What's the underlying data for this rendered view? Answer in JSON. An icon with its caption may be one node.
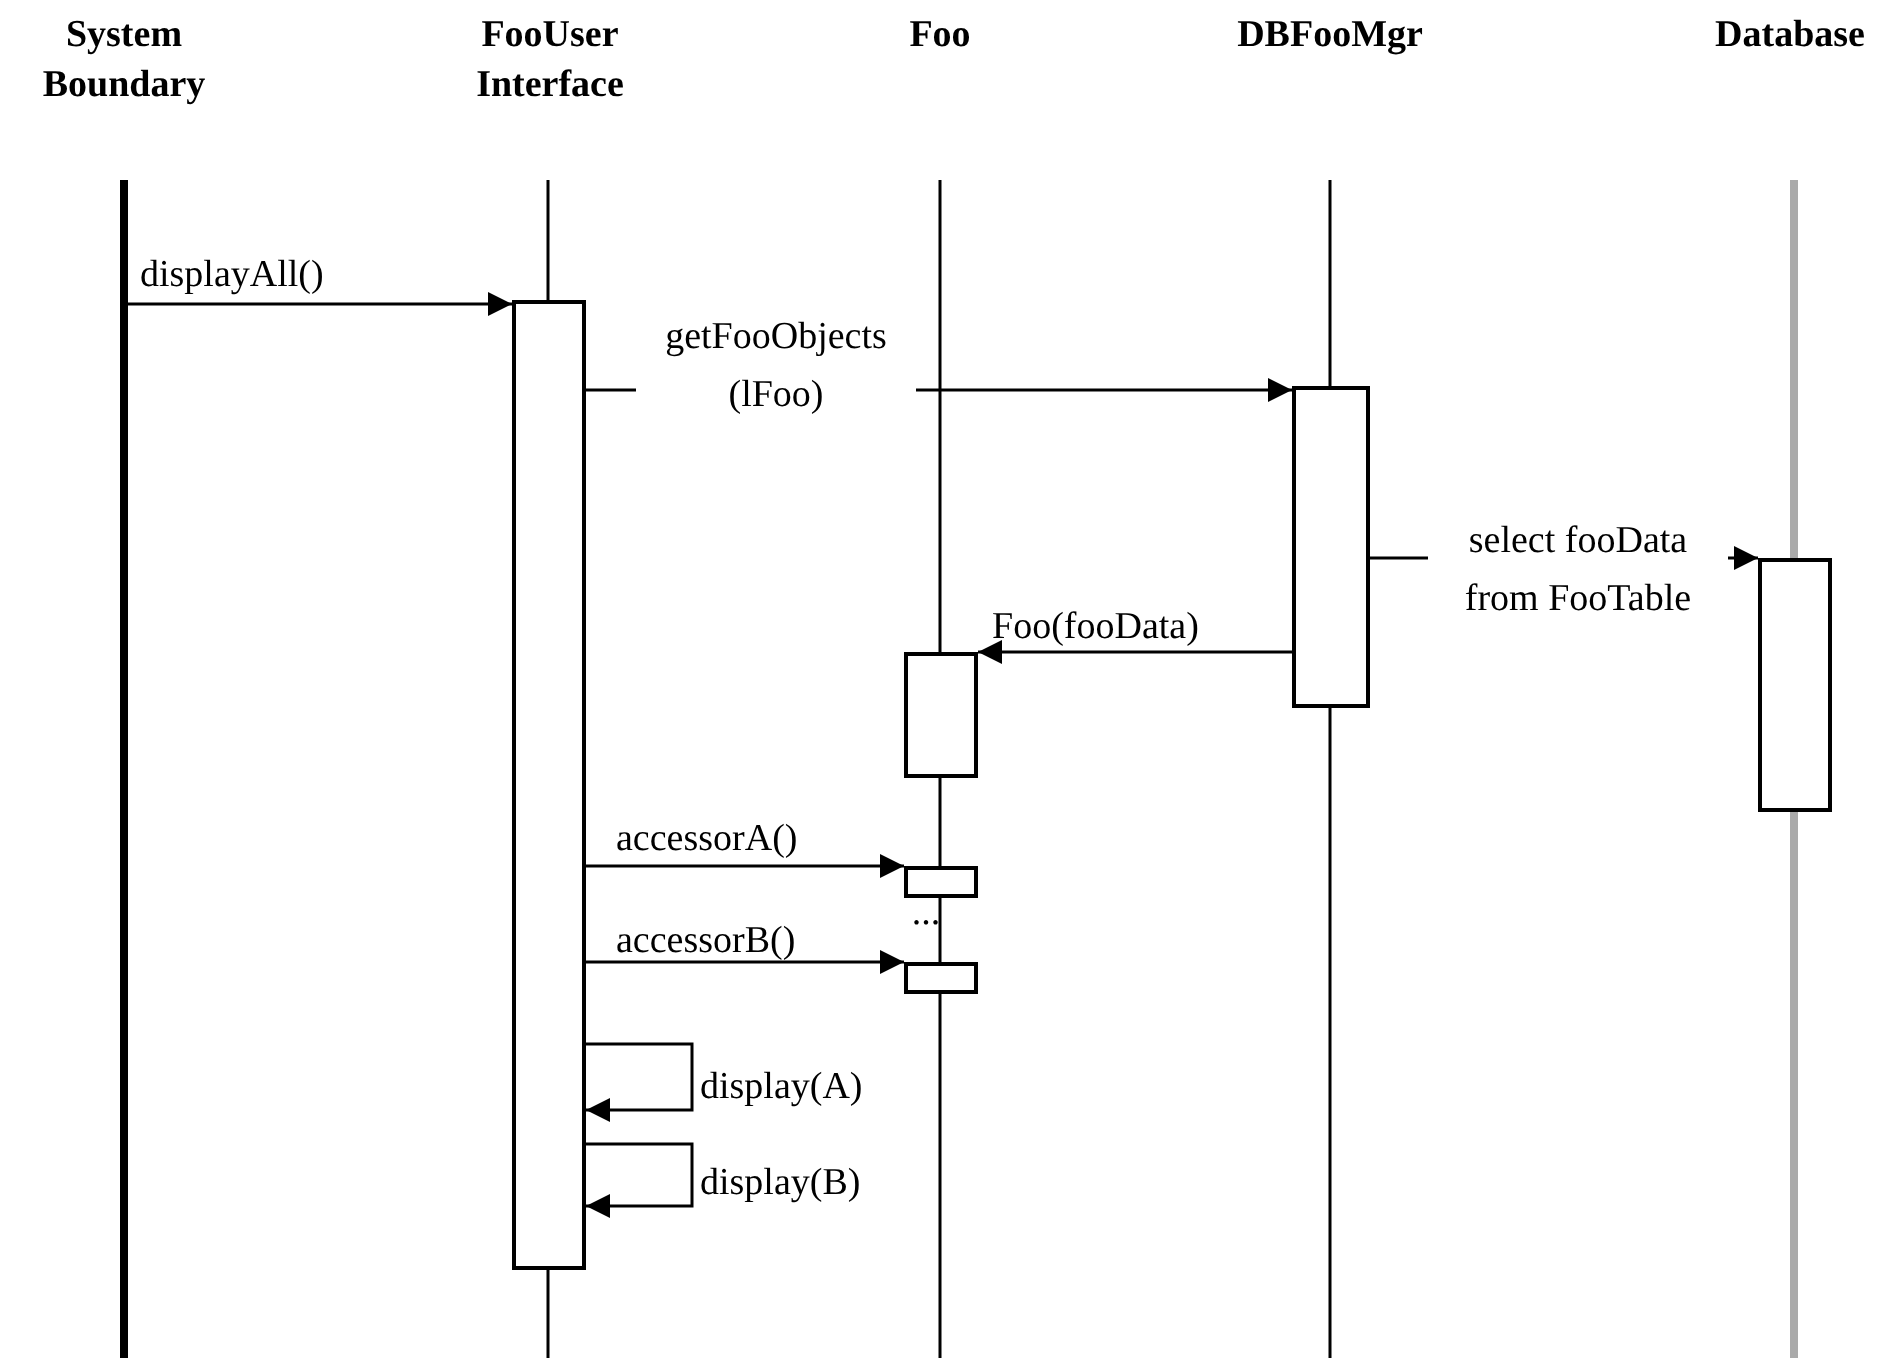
{
  "diagram": {
    "nodes": [
      {
        "text": [
          "System Boundary"
        ]
      },
      {
        "text": [
          "FooUser Interface"
        ]
      },
      {
        "text": [
          "Foo"
        ]
      },
      {
        "text": [
          "DBFooMgr"
        ]
      },
      {
        "text": [
          "Database"
        ]
      },
      {
        "text": [],
        "shape": "box"
      },
      {
        "text": [],
        "shape": "box"
      },
      {
        "text": [],
        "shape": "box"
      },
      {
        "text": [],
        "shape": "box"
      },
      {
        "text": [],
        "shape": "box"
      },
      {
        "text": [],
        "shape": "box"
      }
    ],
    "edges": [
      {
        "from": null,
        "to": 5,
        "arrow": "to",
        "label": "displayAll()"
      },
      {
        "from": 5,
        "to": 6,
        "arrow": "to",
        "label": "getFooObjects (lFoo)"
      },
      {
        "from": 6,
        "to": 7,
        "arrow": "to",
        "label": "select fooData from FooTable"
      },
      {
        "from": 6,
        "to": 8,
        "arrow": "to",
        "label": "Foo(fooData)"
      },
      {
        "from": 5,
        "to": 9,
        "arrow": "to",
        "label": "accessorA()"
      },
      {
        "from": 5,
        "to": 10,
        "arrow": "to",
        "label": "accessorB()"
      },
      {
        "from": 5,
        "to": 5,
        "arrow": "to",
        "label": "display(A)"
      },
      {
        "from": 5,
        "to": 5,
        "arrow": "to",
        "label": "display(B)"
      }
    ],
    "labels": [
      "..."
    ]
  }
}
